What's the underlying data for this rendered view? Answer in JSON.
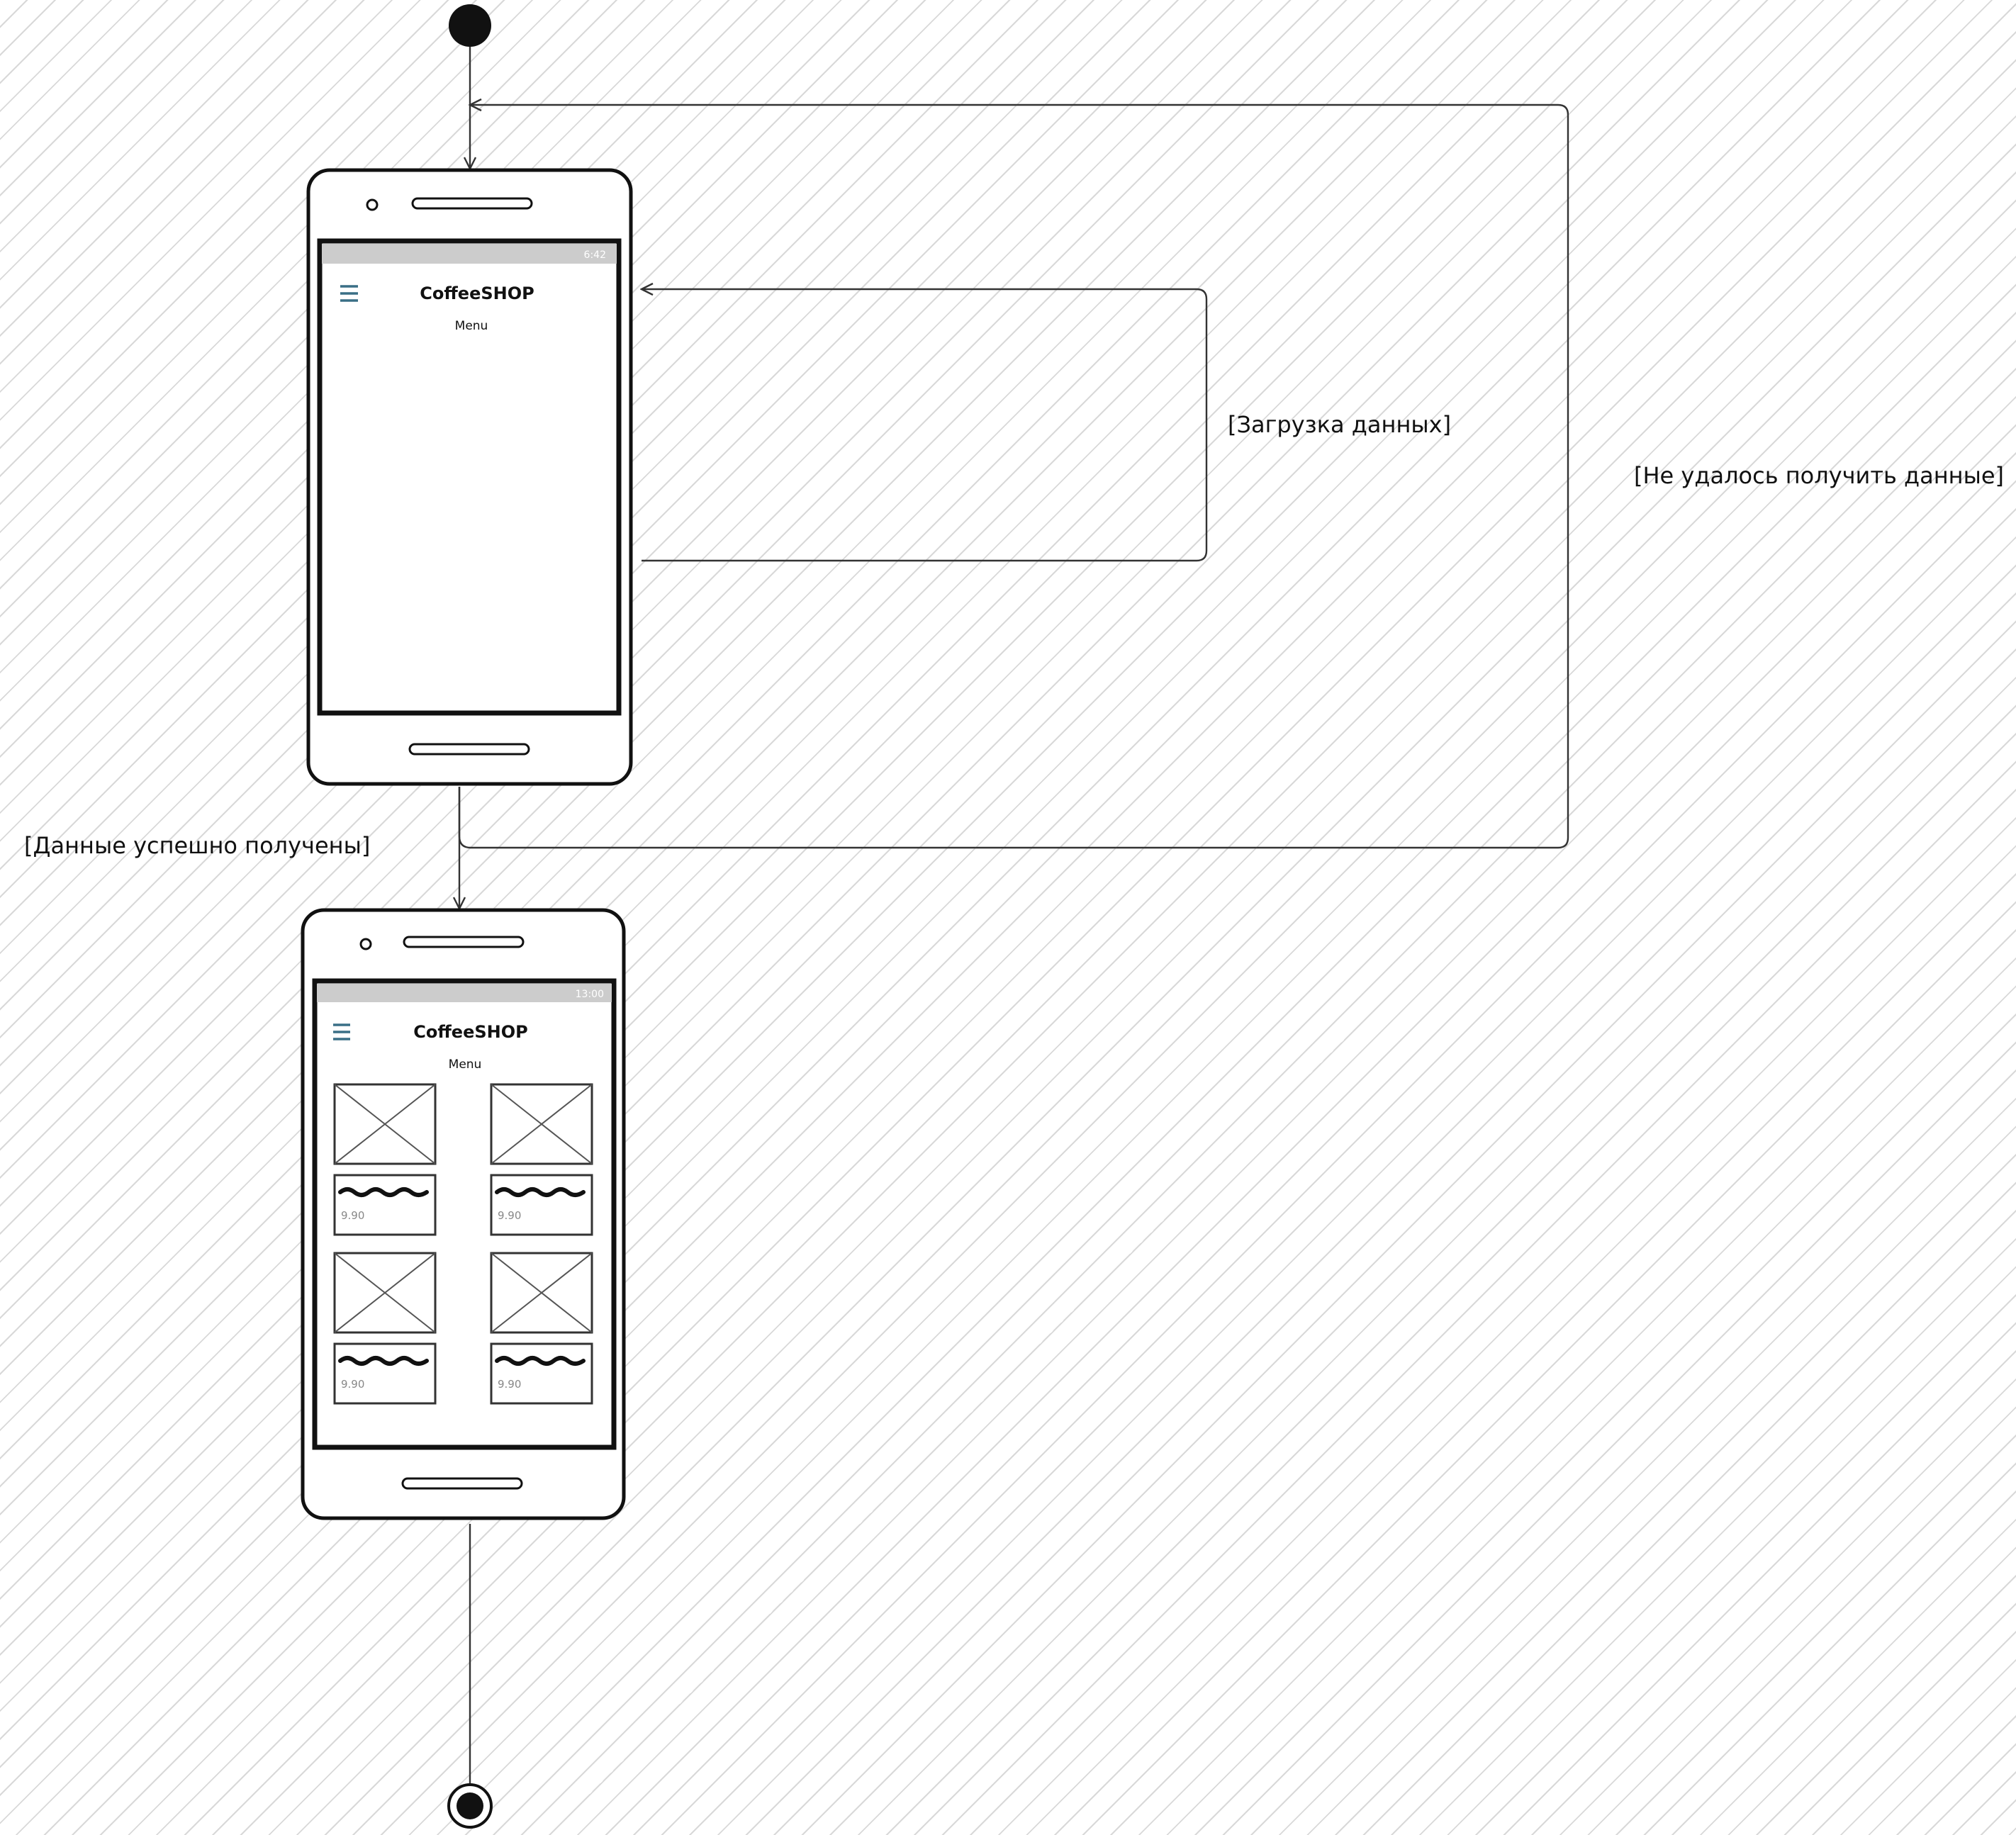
{
  "diagram": {
    "guards": {
      "loading": "[Загрузка данных]",
      "failed": "[Не удалось получить данные]",
      "success": "[Данные успешно получены]"
    },
    "screens": [
      {
        "app_title": "CoffeeSHOP",
        "subtitle": "Menu",
        "status_time": "6:42",
        "menu_icon": "hamburger-icon",
        "items": []
      },
      {
        "app_title": "CoffeeSHOP",
        "subtitle": "Menu",
        "status_time": "13:00",
        "menu_icon": "hamburger-icon",
        "items": [
          {
            "price": "9.90",
            "image_icon": "image-placeholder-icon"
          },
          {
            "price": "9.90",
            "image_icon": "image-placeholder-icon"
          },
          {
            "price": "9.90",
            "image_icon": "image-placeholder-icon"
          },
          {
            "price": "9.90",
            "image_icon": "image-placeholder-icon"
          }
        ]
      }
    ],
    "colors": {
      "ink": "#111111",
      "status_bar": "#cccccc",
      "menu_icon": "#3a6f86",
      "watermark": "#aaaaaa"
    }
  }
}
